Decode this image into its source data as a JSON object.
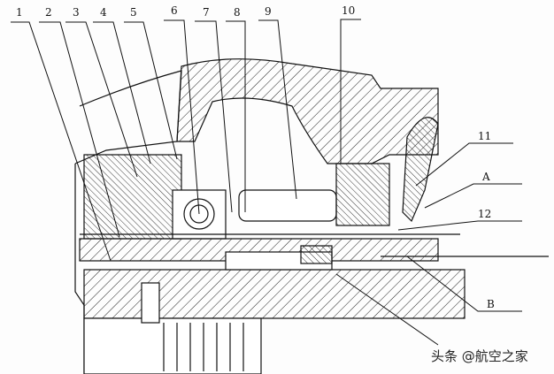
{
  "diagram": {
    "part_labels": [
      "1",
      "2",
      "3",
      "4",
      "5",
      "6",
      "7",
      "8",
      "9",
      "10",
      "11",
      "A",
      "12",
      "B"
    ]
  },
  "watermark": "头条 @航空之家"
}
